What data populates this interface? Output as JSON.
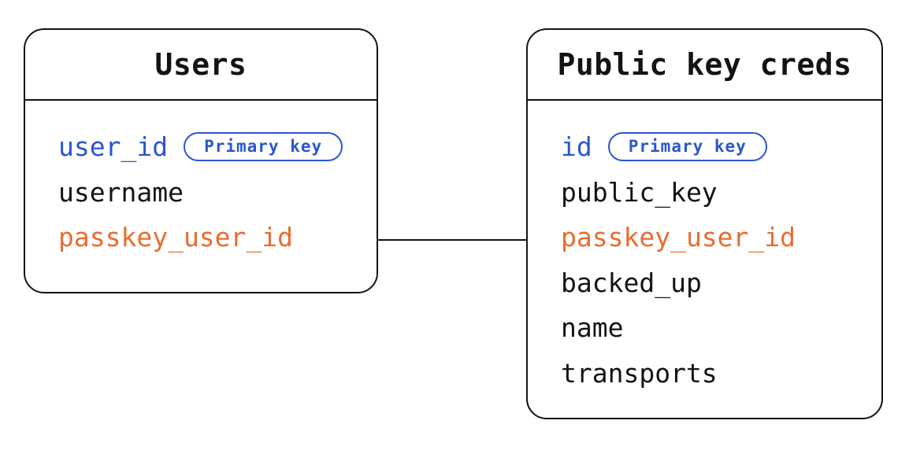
{
  "colors": {
    "background": "#ffffff",
    "stroke": "#141414",
    "text": "#141414",
    "primary_key": "#2a56cf",
    "foreign_key": "#ea6c2f"
  },
  "tables": [
    {
      "title": "Users",
      "fields": [
        {
          "name": "user_id",
          "badge": "Primary key",
          "role": "primary-key"
        },
        {
          "name": "username",
          "role": "column"
        },
        {
          "name": "passkey_user_id",
          "role": "foreign-key"
        }
      ]
    },
    {
      "title": "Public key creds",
      "fields": [
        {
          "name": "id",
          "badge": "Primary key",
          "role": "primary-key"
        },
        {
          "name": "public_key",
          "role": "column"
        },
        {
          "name": "passkey_user_id",
          "role": "foreign-key"
        },
        {
          "name": "backed_up",
          "role": "column"
        },
        {
          "name": "name",
          "role": "column"
        },
        {
          "name": "transports",
          "role": "column"
        }
      ]
    }
  ],
  "relationship": {
    "from": "Users.passkey_user_id",
    "to": "Public key creds.passkey_user_id"
  }
}
